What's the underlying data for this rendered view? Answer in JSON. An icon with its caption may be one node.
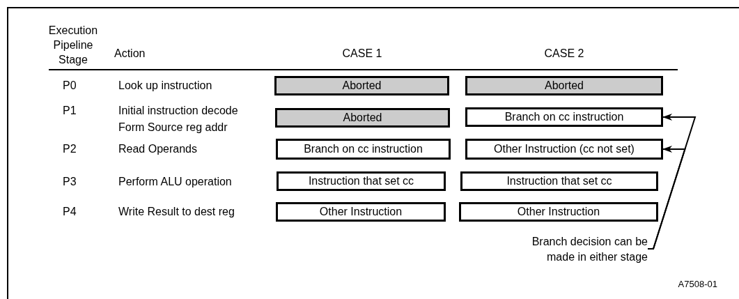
{
  "diagram": {
    "nodes": [
      {
        "text": [
          "Aborted"
        ]
      },
      {
        "text": [
          "Aborted"
        ]
      },
      {
        "text": [
          "Aborted"
        ]
      },
      {
        "text": [
          "Branch on cc instruction"
        ]
      },
      {
        "text": [
          "Branch on cc instruction"
        ]
      },
      {
        "text": [
          "Other Instruction (cc not set)"
        ]
      },
      {
        "text": [
          "Instruction that set cc"
        ]
      },
      {
        "text": [
          "Instruction that set cc"
        ]
      },
      {
        "text": [
          "Other Instruction"
        ]
      },
      {
        "text": [
          "Other Instruction"
        ]
      },
      {
        "text": [
          "Branch decision can be made in either stage"
        ]
      }
    ],
    "edges": [
      {
        "from": 10,
        "to": 3,
        "arrow": "to"
      },
      {
        "from": 10,
        "to": 5,
        "arrow": "to"
      }
    ],
    "labels": [
      "Execution Pipeline Stage",
      "Action",
      "CASE 1",
      "CASE 2",
      "P0",
      "Look up instruction",
      "P1",
      "Initial instruction decode",
      "Form Source reg addr",
      "P2",
      "Read Operands",
      "P3",
      "Perform ALU operation",
      "P4",
      "Write Result to dest reg",
      "A7508-01"
    ]
  }
}
